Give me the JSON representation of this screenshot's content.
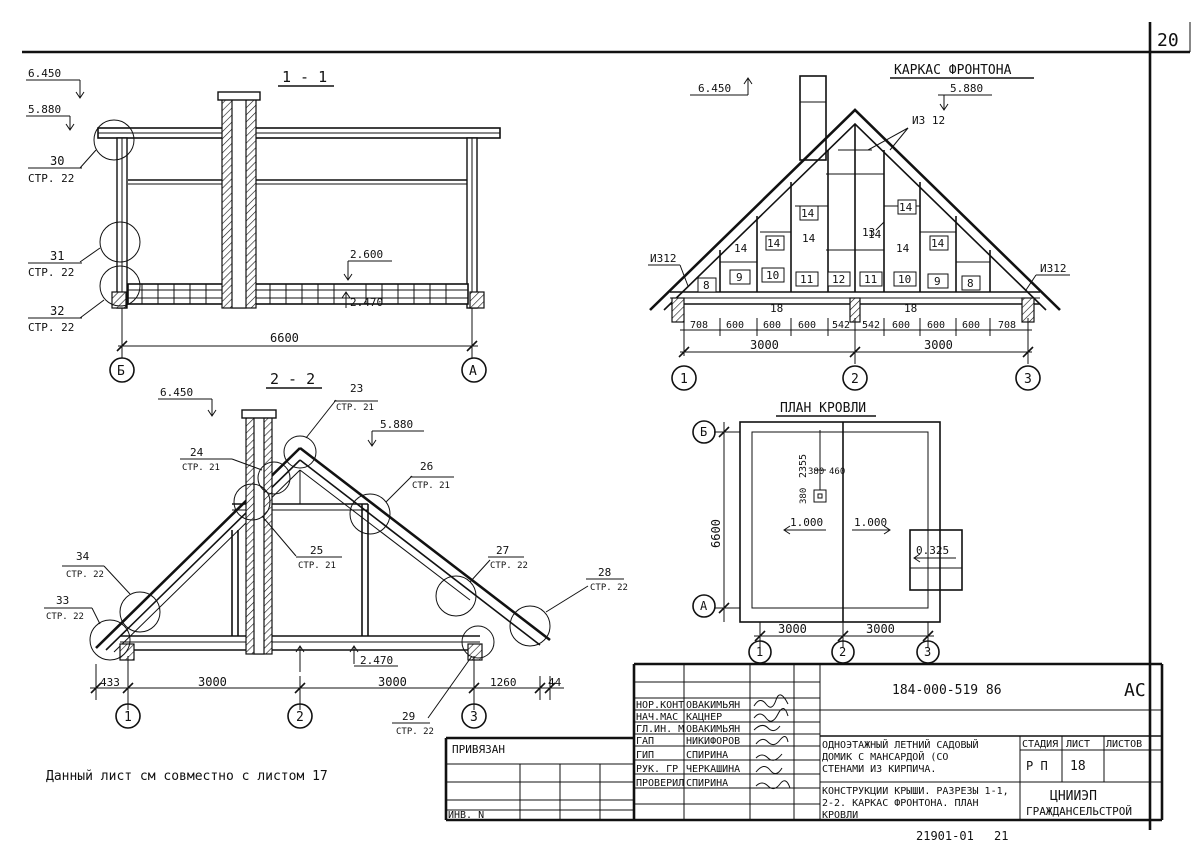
{
  "sheet": {
    "page_number": "20",
    "doc_code": "184-000-519 86",
    "mark": "АС",
    "bottom_code": "21901-01",
    "bottom_page": "21",
    "note": "Данный лист см совместно с листом 17",
    "privyazan": "ПРИВЯЗАН",
    "inv": "ИНВ. N"
  },
  "section_1_1": {
    "title": "1 - 1",
    "level_top": "6.450",
    "level_eave": "5.880",
    "level_floor_top": "2.600",
    "level_floor_bottom": "2.470",
    "width_dim": "6600",
    "axis_left": "Б",
    "axis_right": "А",
    "callouts": [
      {
        "num": "30",
        "ref": "СТР. 22"
      },
      {
        "num": "31",
        "ref": "СТР. 22"
      },
      {
        "num": "32",
        "ref": "СТР. 22"
      }
    ]
  },
  "section_2_2": {
    "title": "2 - 2",
    "level_top": "6.450",
    "level_eave": "5.880",
    "level_floor": "2.470",
    "dims": [
      "433",
      "3000",
      "3000",
      "1260",
      "44"
    ],
    "axes": [
      "1",
      "2",
      "3"
    ],
    "callouts": [
      {
        "num": "23",
        "ref": "СТР. 21"
      },
      {
        "num": "24",
        "ref": "СТР. 21"
      },
      {
        "num": "25",
        "ref": "СТР. 21"
      },
      {
        "num": "26",
        "ref": "СТР. 21"
      },
      {
        "num": "27",
        "ref": "СТР. 22"
      },
      {
        "num": "28",
        "ref": "СТР. 22"
      },
      {
        "num": "29",
        "ref": "СТР. 22"
      },
      {
        "num": "33",
        "ref": "СТР. 22"
      },
      {
        "num": "34",
        "ref": "СТР. 22"
      }
    ]
  },
  "gable_frame": {
    "title": "КАРКАС ФРОНТОНА",
    "level_top": "6.450",
    "level_eave": "5.880",
    "mark_top": "ИЗ 12",
    "mark_left": "ИЗ12",
    "mark_right": "ИЗ12",
    "panel_marks": [
      "8",
      "9",
      "10",
      "11",
      "12",
      "11",
      "10",
      "9",
      "8",
      "14",
      "14",
      "14",
      "14",
      "14",
      "14",
      "14",
      "14",
      "13",
      "18",
      "18"
    ],
    "dims": [
      "708",
      "600",
      "600",
      "600",
      "542",
      "542",
      "600",
      "600",
      "600",
      "708"
    ],
    "total_dims": [
      "3000",
      "3000"
    ],
    "axes": [
      "1",
      "2",
      "3"
    ]
  },
  "roof_plan": {
    "title": "ПЛАН КРОВЛИ",
    "axes_vertical": [
      "Б",
      "А"
    ],
    "axes_horizontal": [
      "1",
      "2",
      "3"
    ],
    "height_dim": "6600",
    "width_dims": [
      "3000",
      "3000"
    ],
    "dim_2355": "2355",
    "dim_380": "380",
    "dim_460": "460",
    "dim_380v": "380",
    "slope_left": "1.000",
    "slope_right": "1.000",
    "slope_porch": "0.325"
  },
  "title_block": {
    "roles": [
      "НОР.КОНТ",
      "НАЧ.МАС",
      "ГЛ.ИН. М",
      "ГАП",
      "ГИП",
      "РУК. ГР",
      "ПРОВЕРИЛ"
    ],
    "names": [
      "ОВАКИМЬЯН",
      "КАЦНЕР",
      "ОВАКИМЬЯН",
      "НИКИФОРОВ",
      "СПИРИНА",
      "ЧЕРКАШИНА",
      "СПИРИНА"
    ],
    "project_title": [
      "ОДНОЭТАЖНЫЙ ЛЕТНИЙ САДОВЫЙ",
      "ДОМИК С МАНСАРДОЙ (СО",
      "СТЕНАМИ ИЗ КИРПИЧА."
    ],
    "sheet_title": [
      "КОНСТРУКЦИИ КРЫШИ. РАЗРЕЗЫ 1-1,",
      "2-2. КАРКАС ФРОНТОНА. ПЛАН",
      "КРОВЛИ"
    ],
    "stage_label": "СТАДИЯ",
    "sheet_label": "ЛИСТ",
    "sheets_label": "ЛИСТОВ",
    "stage": "Р П",
    "sheet": "18",
    "org": [
      "ЦНИИЭП",
      "ГРАЖДАНСЕЛЬСТРОЙ"
    ]
  }
}
